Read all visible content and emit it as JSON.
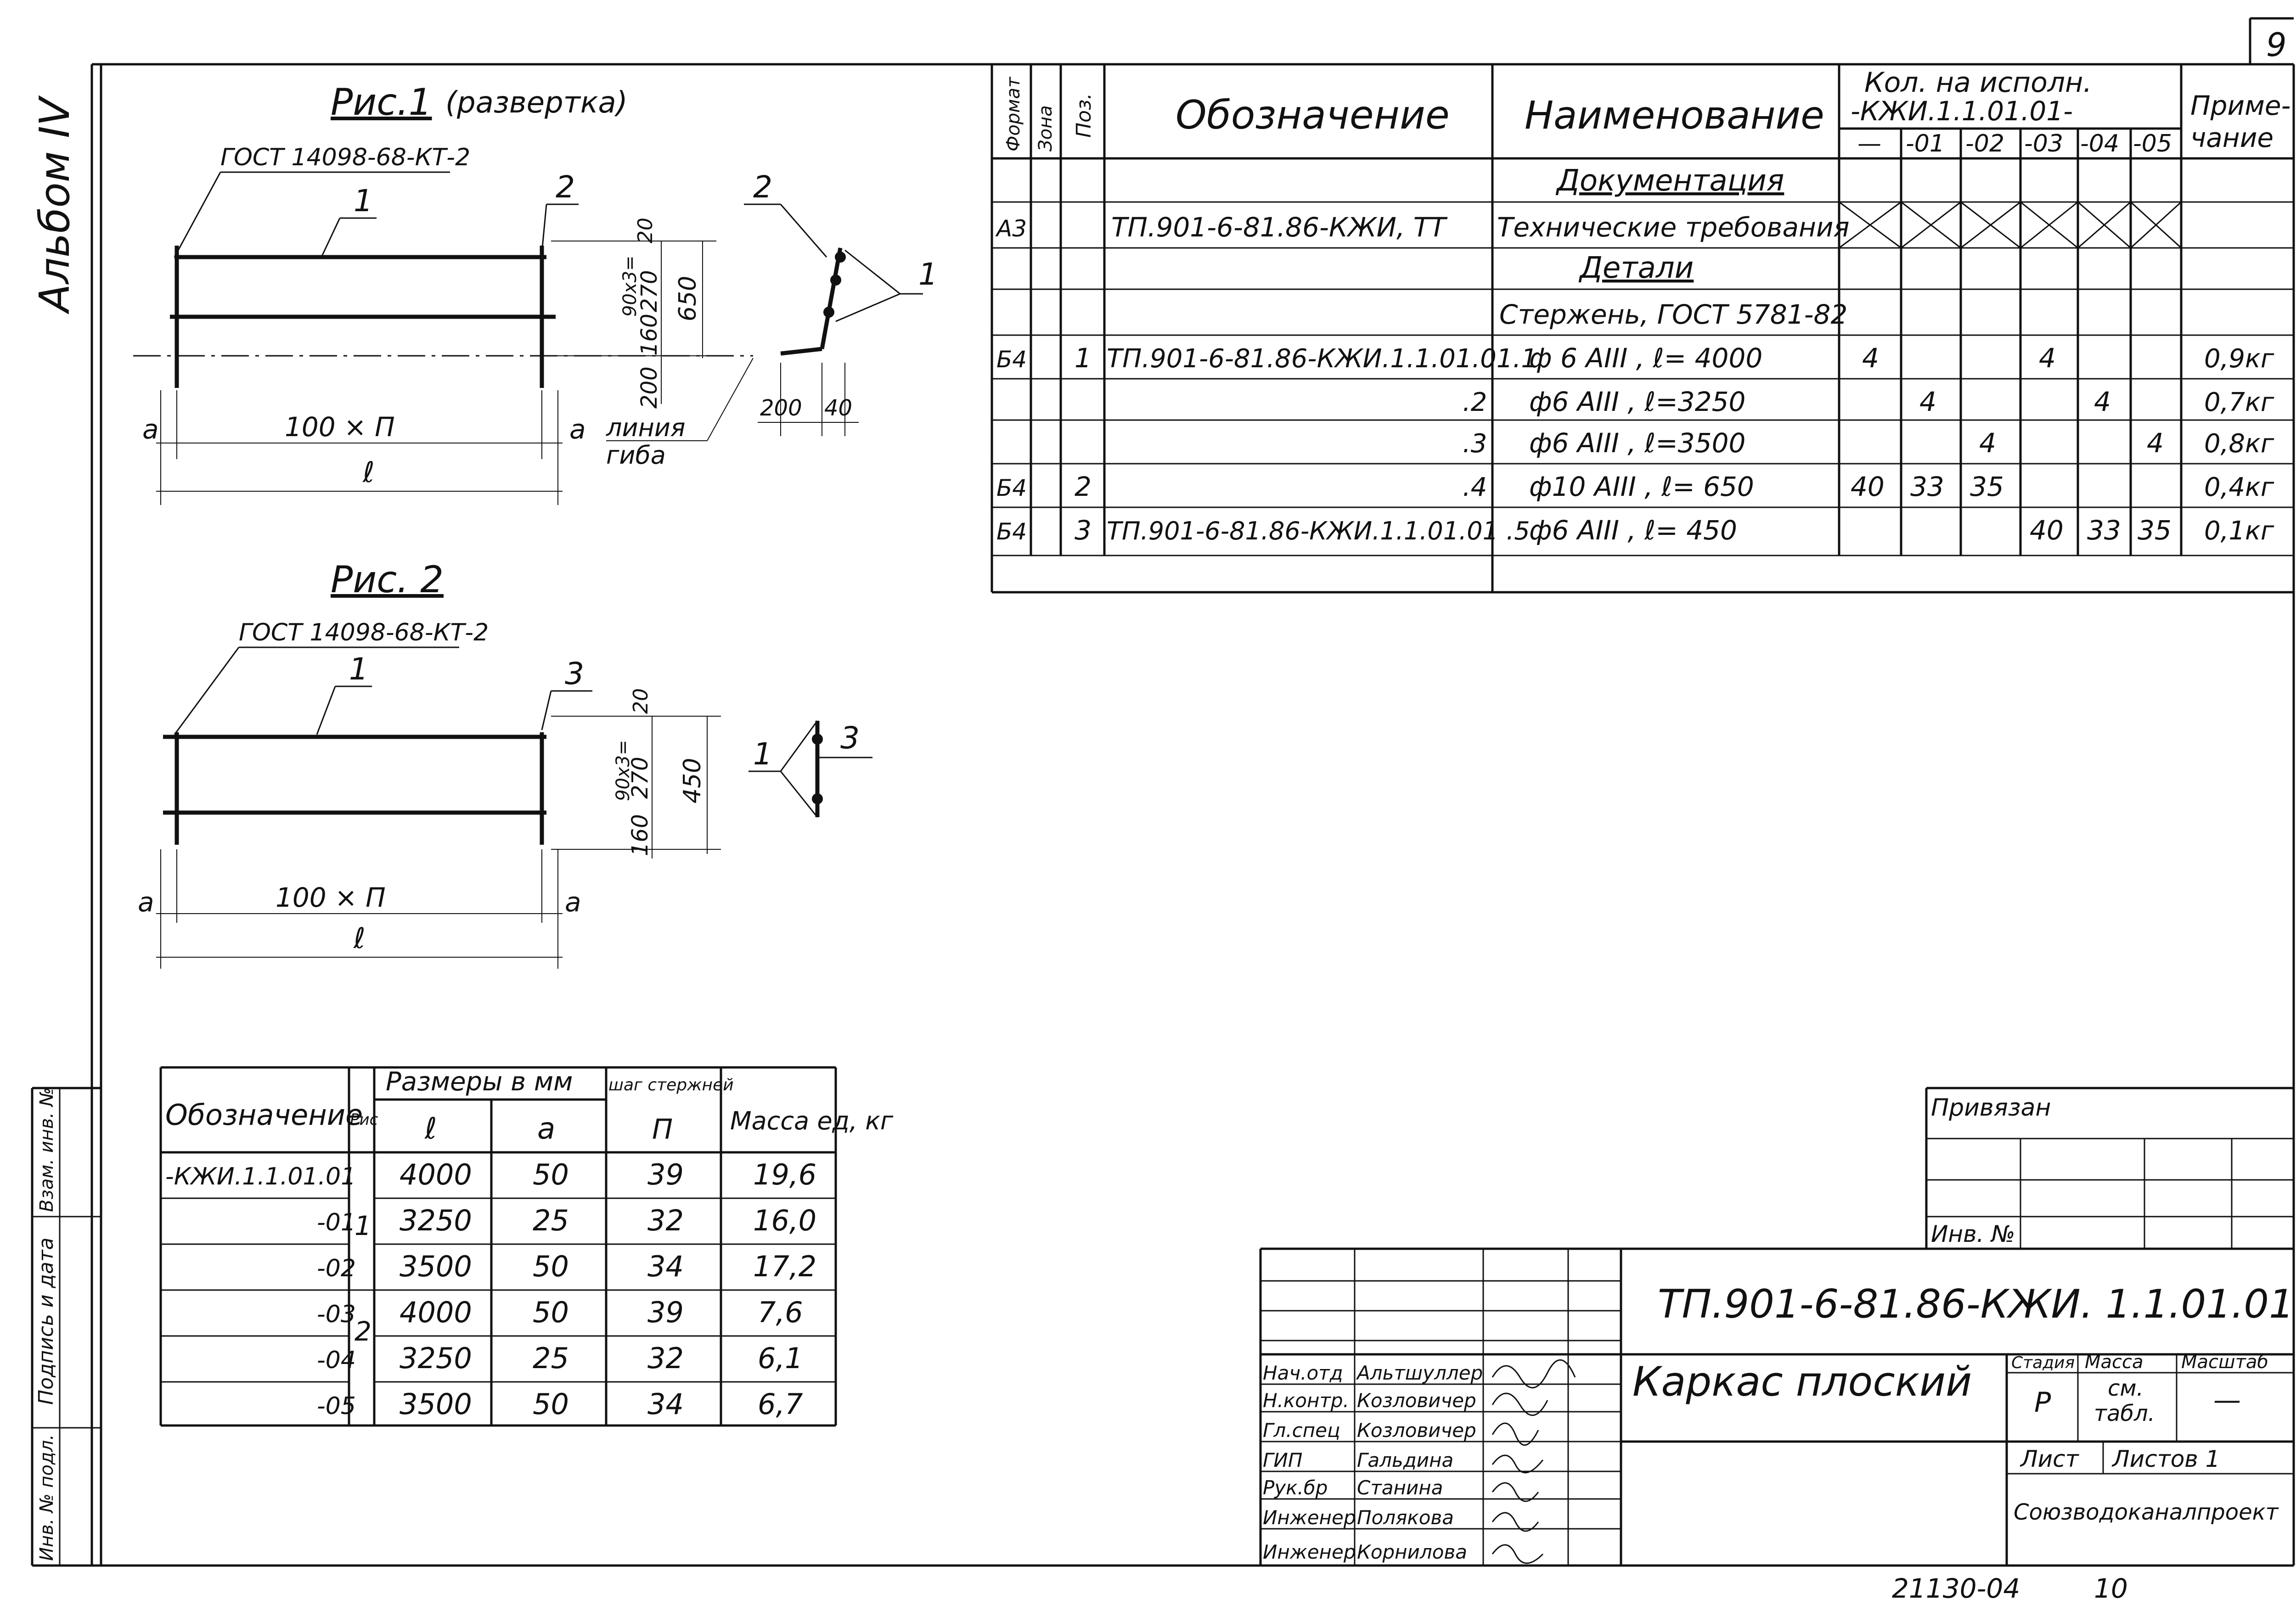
{
  "page": {
    "number": "9",
    "album": "Альбом IV"
  },
  "fig1": {
    "title": "Рис.1",
    "subtitle": "(развертка)",
    "gost": "ГОСТ 14098-68-КТ-2",
    "callout_1": "1",
    "callout_2": "2",
    "callout_2b": "2",
    "callout_1b": "1",
    "dim_a_left": "a",
    "dim_a_right": "a",
    "dim_span": "100 × П",
    "dim_l": "ℓ",
    "dim_20": "20",
    "dim_90x3": "90x3=",
    "dim_270": "270",
    "dim_160": "160",
    "dim_650": "650",
    "dim_200": "200",
    "bend_label_1": "линия",
    "bend_label_2": "гиба",
    "dim_200b": "200",
    "dim_40": "40"
  },
  "fig2": {
    "title": "Рис. 2",
    "gost": "ГОСТ 14098-68-КТ-2",
    "callout_1": "1",
    "callout_3": "3",
    "callout_1b": "1",
    "callout_3b": "3",
    "dim_a_left": "a",
    "dim_a_right": "a",
    "dim_span": "100 × П",
    "dim_l": "ℓ",
    "dim_20": "20",
    "dim_90x3": "90x3=",
    "dim_270": "270",
    "dim_160": "160",
    "dim_450": "450"
  },
  "spec": {
    "headers": {
      "format": "Формат",
      "zone": "Зона",
      "pos": "Поз.",
      "designation": "Обозначение",
      "name": "Наименование",
      "qty_title_1": "Кол. на исполн.",
      "qty_title_2": "-КЖИ.1.1.01.01-",
      "note": "Приме-чание",
      "qty_cols": [
        "—",
        "-01",
        "-02",
        "-03",
        "-04",
        "-05"
      ]
    },
    "sec_docs": "Документация",
    "doc_row": {
      "format": "А3",
      "designation": "ТП.901-6-81.86-КЖИ, ТТ",
      "name": "Технические требования"
    },
    "sec_parts": "Детали",
    "parts_caption": "Стержень, ГОСТ 5781-82",
    "rows": [
      {
        "format": "Б4",
        "pos": "1",
        "designation": "ТП.901-6-81.86-КЖИ.1.1.01.01.1",
        "name": "ф 6 АIII ,   ℓ= 4000",
        "q0": "4",
        "q1": "",
        "q2": "",
        "q3": "4",
        "q4": "",
        "q5": "",
        "note": "0,9кг"
      },
      {
        "format": "",
        "pos": "",
        "designation": ".2",
        "name": "ф6 АIII ,   ℓ=3250",
        "q0": "",
        "q1": "4",
        "q2": "",
        "q3": "",
        "q4": "4",
        "q5": "",
        "note": "0,7кг"
      },
      {
        "format": "",
        "pos": "",
        "designation": ".3",
        "name": "ф6 АIII ,   ℓ=3500",
        "q0": "",
        "q1": "",
        "q2": "4",
        "q3": "",
        "q4": "",
        "q5": "4",
        "note": "0,8кг"
      },
      {
        "format": "Б4",
        "pos": "2",
        "designation": ".4",
        "name": "ф10 АIII ,   ℓ= 650",
        "q0": "40",
        "q1": "33",
        "q2": "35",
        "q3": "",
        "q4": "",
        "q5": "",
        "note": "0,4кг"
      },
      {
        "format": "Б4",
        "pos": "3",
        "designation": "ТП.901-6-81.86-КЖИ.1.1.01.01 .5",
        "name": "ф6 АIII ,   ℓ= 450",
        "q0": "",
        "q1": "",
        "q2": "",
        "q3": "40",
        "q4": "33",
        "q5": "35",
        "note": "0,1кг"
      }
    ]
  },
  "sizes": {
    "headers": {
      "designation": "Обозначение",
      "fig": "Рис",
      "dims": "Размеры в мм",
      "l": "ℓ",
      "a": "a",
      "step": "шаг стержней",
      "n": "П",
      "mass": "Масса ед, кг"
    },
    "rows": [
      {
        "designation": "-КЖИ.1.1.01.01",
        "l": "4000",
        "a": "50",
        "n": "39",
        "mass": "19,6"
      },
      {
        "designation": "-01",
        "l": "3250",
        "a": "25",
        "n": "32",
        "mass": "16,0"
      },
      {
        "designation": "-02",
        "l": "3500",
        "a": "50",
        "n": "34",
        "mass": "17,2"
      },
      {
        "designation": "-03",
        "l": "4000",
        "a": "50",
        "n": "39",
        "mass": "7,6"
      },
      {
        "designation": "-04",
        "l": "3250",
        "a": "25",
        "n": "32",
        "mass": "6,1"
      },
      {
        "designation": "-05",
        "l": "3500",
        "a": "50",
        "n": "34",
        "mass": "6,7"
      }
    ],
    "fig_1": "1",
    "fig_2": "2"
  },
  "side_stamp": {
    "inv_orig": "Инв. № подл.",
    "sign_date": "Подпись и дата",
    "inv_repl": "Взам. инв. №"
  },
  "privyazan": {
    "title": "Привязан",
    "inv": "Инв. №"
  },
  "title_block": {
    "code": "ТП.901-6-81.86-КЖИ. 1.1.01.01",
    "name": "Каркас плоский",
    "stage_h": "Стадия",
    "mass_h": "Масса",
    "scale_h": "Масштаб",
    "stage": "Р",
    "mass_1": "см.",
    "mass_2": "табл.",
    "scale": "—",
    "sheet_h": "Лист",
    "sheets_h": "Листов 1",
    "org": "Союзводоканалпроект",
    "people": [
      {
        "role": "Нач.отд",
        "name": "Альтшуллер"
      },
      {
        "role": "Н.контр.",
        "name": "Козловичер"
      },
      {
        "role": "Гл.спец",
        "name": "Козловичер"
      },
      {
        "role": "ГИП",
        "name": "Гальдина"
      },
      {
        "role": "Рук.бр",
        "name": "Станина"
      },
      {
        "role": "Инженер",
        "name": "Полякова"
      },
      {
        "role": "Инженер",
        "name": "Корнилова"
      }
    ]
  },
  "footer": {
    "code": "21130-04",
    "num": "10"
  }
}
